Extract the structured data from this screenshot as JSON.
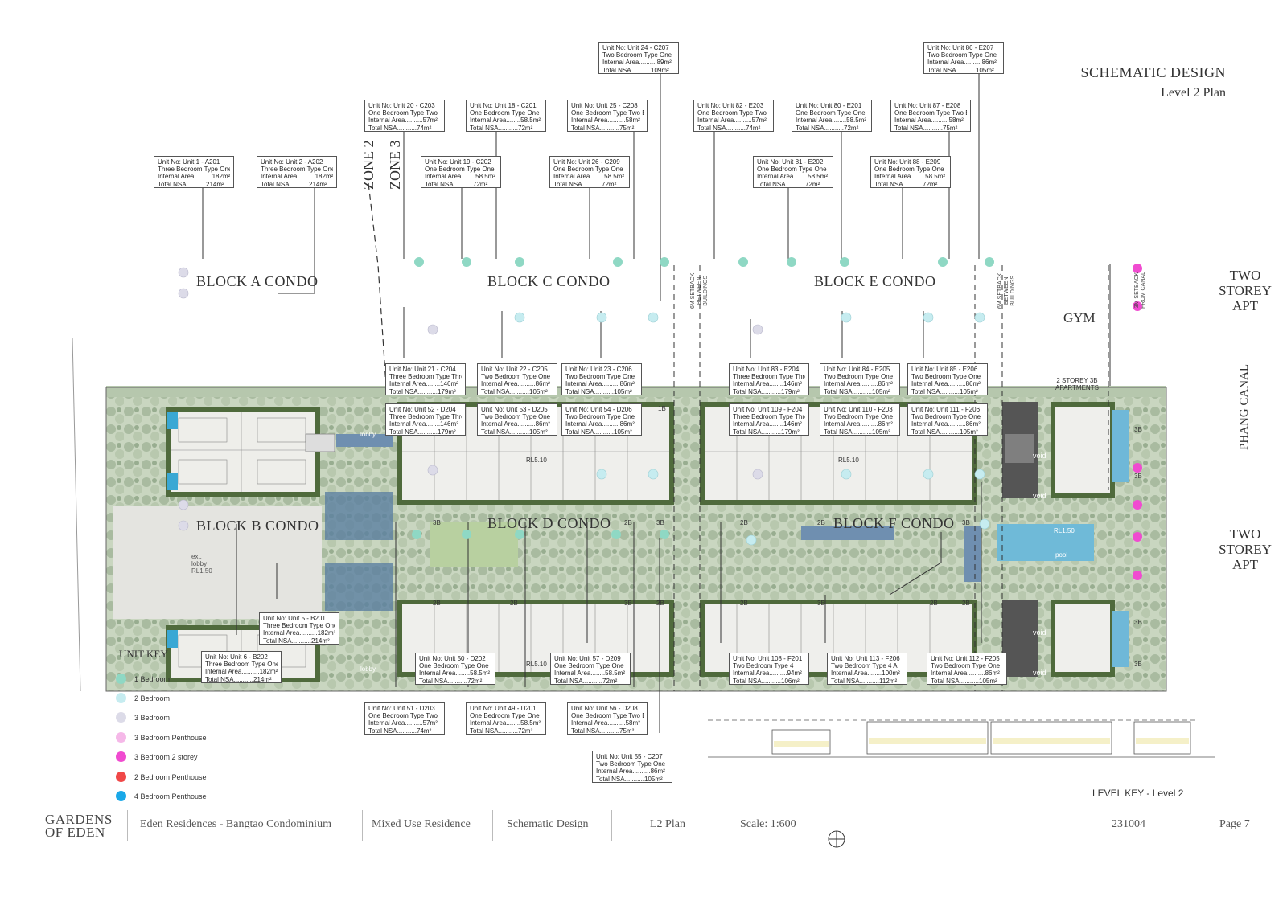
{
  "title": {
    "line1": "SCHEMATIC DESIGN",
    "line2": "Level 2 Plan"
  },
  "zones": [
    "ZONE 2",
    "ZONE 3"
  ],
  "blocks": {
    "a": "BLOCK A CONDO",
    "b": "BLOCK B CONDO",
    "c": "BLOCK C CONDO",
    "d": "BLOCK D CONDO",
    "e": "BLOCK E CONDO",
    "f": "BLOCK F CONDO"
  },
  "side_labels": {
    "two_storey_top": [
      "TWO",
      "STOREY",
      "APT"
    ],
    "two_storey_bottom": [
      "TWO",
      "STOREY",
      "APT"
    ],
    "gym": "GYM",
    "canal": "PHANG CANAL",
    "apartments_3b": [
      "2 STOREY 3B",
      "APARTMENTS"
    ]
  },
  "setbacks": {
    "s1": [
      "6M SETBACK",
      "BETWEEN",
      "BUILDINGS"
    ],
    "s2": [
      "6M SETBACK",
      "BETWEEN",
      "BUILDINGS"
    ],
    "s3": [
      "3M SETBACK",
      "FROM CANAL"
    ]
  },
  "plan_labels": {
    "lobby1": "lobby",
    "lobby2": "lobby",
    "ext_lobby": [
      "ext.",
      "lobby",
      "RL1.50"
    ],
    "rl_d_top": "RL5.10",
    "rl_f_top": "RL5.10",
    "rl_d_bottom": "RL5.10",
    "rl_pool": "RL1.50",
    "pool": "pool",
    "void": "void",
    "tags": [
      "3B",
      "2B",
      "3B",
      "2B",
      "2B",
      "3B",
      "2B",
      "2B",
      "3B",
      "2B",
      "2B",
      "3B",
      "2B",
      "2B",
      "3B",
      "2B",
      "2B",
      "3B",
      "3B",
      "3B",
      "3B",
      "1B"
    ]
  },
  "units": [
    {
      "l1": "Unit No: Unit 1 - A201",
      "l2": "Three Bedroom Type One",
      "l3": "Internal Area..........182m²",
      "l4": "Total NSA...........214m²"
    },
    {
      "l1": "Unit No: Unit 2 - A202",
      "l2": "Three Bedroom Type One",
      "l3": "Internal Area..........182m²",
      "l4": "Total NSA...........214m²"
    },
    {
      "l1": "Unit No: Unit 20 - C203",
      "l2": "One Bedroom Type Two",
      "l3": "Internal Area..........57m²",
      "l4": "Total NSA...........74m²"
    },
    {
      "l1": "Unit No: Unit 18 - C201",
      "l2": "One Bedroom Type One",
      "l3": "Internal Area........58.5m²",
      "l4": "Total NSA...........72m²"
    },
    {
      "l1": "Unit No: Unit 19 - C202",
      "l2": "One Bedroom Type One",
      "l3": "Internal Area........58.5m²",
      "l4": "Total NSA...........72m²"
    },
    {
      "l1": "Unit No: Unit 25 - C208",
      "l2": "One Bedroom Type Two B",
      "l3": "Internal Area..........58m²",
      "l4": "Total NSA...........75m²"
    },
    {
      "l1": "Unit No: Unit 26 - C209",
      "l2": "One Bedroom Type One",
      "l3": "Internal Area........58.5m²",
      "l4": "Total NSA...........72m²"
    },
    {
      "l1": "Unit No: Unit 24 - C207",
      "l2": "Two Bedroom Type One",
      "l3": "Internal Area..........89m²",
      "l4": "Total NSA...........109m²"
    },
    {
      "l1": "Unit No: Unit 82 - E203",
      "l2": "One Bedroom Type Two",
      "l3": "Internal Area..........57m²",
      "l4": "Total NSA...........74m²"
    },
    {
      "l1": "Unit No: Unit 80 - E201",
      "l2": "One Bedroom Type One",
      "l3": "Internal Area........58.5m²",
      "l4": "Total NSA...........72m²"
    },
    {
      "l1": "Unit No: Unit 81 - E202",
      "l2": "One Bedroom Type One",
      "l3": "Internal Area........58.5m²",
      "l4": "Total NSA...........72m²"
    },
    {
      "l1": "Unit No: Unit 87 - E208",
      "l2": "One Bedroom Type Two B",
      "l3": "Internal Area..........58m²",
      "l4": "Total NSA...........75m²"
    },
    {
      "l1": "Unit No: Unit 88 - E209",
      "l2": "One Bedroom Type One",
      "l3": "Internal Area........58.5m²",
      "l4": "Total NSA...........72m²"
    },
    {
      "l1": "Unit No: Unit 86 - E207",
      "l2": "Two Bedroom Type One",
      "l3": "Internal Area..........86m²",
      "l4": "Total NSA...........105m²"
    },
    {
      "l1": "Unit No: Unit 21 - C204",
      "l2": "Three Bedroom Type Three",
      "l3": "Internal Area........146m²",
      "l4": "Total NSA...........179m²"
    },
    {
      "l1": "Unit No: Unit 22 - C205",
      "l2": "Two Bedroom Type One",
      "l3": "Internal Area..........86m²",
      "l4": "Total NSA...........105m²"
    },
    {
      "l1": "Unit No: Unit 23 - C206",
      "l2": "Two Bedroom Type One",
      "l3": "Internal Area..........86m²",
      "l4": "Total NSA...........105m²"
    },
    {
      "l1": "Unit No: Unit 83 - E204",
      "l2": "Three Bedroom Type Three",
      "l3": "Internal Area........146m²",
      "l4": "Total NSA...........179m²"
    },
    {
      "l1": "Unit No: Unit 84 - E205",
      "l2": "Two Bedroom Type One",
      "l3": "Internal Area..........86m²",
      "l4": "Total NSA...........105m²"
    },
    {
      "l1": "Unit No: Unit 85 - E206",
      "l2": "Two Bedroom Type One",
      "l3": "Internal Area..........86m²",
      "l4": "Total NSA...........105m²"
    },
    {
      "l1": "Unit No: Unit 52 - D204",
      "l2": "Three Bedroom Type Three",
      "l3": "Internal Area........146m²",
      "l4": "Total NSA...........179m²"
    },
    {
      "l1": "Unit No: Unit 53 - D205",
      "l2": "Two Bedroom Type One",
      "l3": "Internal Area..........86m²",
      "l4": "Total NSA...........105m²"
    },
    {
      "l1": "Unit No: Unit 54 - D206",
      "l2": "Two Bedroom Type One",
      "l3": "Internal Area..........86m²",
      "l4": "Total NSA...........105m²"
    },
    {
      "l1": "Unit No: Unit 109 - F204",
      "l2": "Three Bedroom Type Three",
      "l3": "Internal Area........146m²",
      "l4": "Total NSA...........179m²"
    },
    {
      "l1": "Unit No: Unit 110 - F203",
      "l2": "Two Bedroom Type One",
      "l3": "Internal Area..........86m²",
      "l4": "Total NSA...........105m²"
    },
    {
      "l1": "Unit No: Unit 111 - F206",
      "l2": "Two Bedroom Type One",
      "l3": "Internal Area..........86m²",
      "l4": "Total NSA...........105m²"
    },
    {
      "l1": "Unit No: Unit 5 - B201",
      "l2": "Three Bedroom Type One",
      "l3": "Internal Area..........182m²",
      "l4": "Total NSA...........214m²"
    },
    {
      "l1": "Unit No: Unit 6 - B202",
      "l2": "Three Bedroom Type One",
      "l3": "Internal Area..........182m²",
      "l4": "Total NSA...........214m²"
    },
    {
      "l1": "Unit No: Unit 50 - D202",
      "l2": "One Bedroom Type One",
      "l3": "Internal Area........58.5m²",
      "l4": "Total NSA...........72m²"
    },
    {
      "l1": "Unit No: Unit 57 - D209",
      "l2": "One Bedroom Type One",
      "l3": "Internal Area........58.5m²",
      "l4": "Total NSA...........72m²"
    },
    {
      "l1": "Unit No: Unit 108 - F201",
      "l2": "Two Bedroom Type 4",
      "l3": "Internal Area..........94m²",
      "l4": "Total NSA...........106m²"
    },
    {
      "l1": "Unit No: Unit 113 - F206",
      "l2": "Two Bedroom Type 4 A",
      "l3": "Internal Area........100m²",
      "l4": "Total NSA...........112m²"
    },
    {
      "l1": "Unit No: Unit 112 - F205",
      "l2": "Two Bedroom Type One",
      "l3": "Internal Area..........86m²",
      "l4": "Total NSA...........105m²"
    },
    {
      "l1": "Unit No: Unit 51 - D203",
      "l2": "One Bedroom Type Two",
      "l3": "Internal Area..........57m²",
      "l4": "Total NSA...........74m²"
    },
    {
      "l1": "Unit No: Unit 49 - D201",
      "l2": "One Bedroom Type One",
      "l3": "Internal Area........58.5m²",
      "l4": "Total NSA...........72m²"
    },
    {
      "l1": "Unit No: Unit 56 - D208",
      "l2": "One Bedroom Type Two B",
      "l3": "Internal Area..........58m²",
      "l4": "Total NSA...........75m²"
    },
    {
      "l1": "Unit No: Unit 55 - C207",
      "l2": "Two Bedroom Type One",
      "l3": "Internal Area..........86m²",
      "l4": "Total NSA...........105m²"
    }
  ],
  "unit_key": {
    "title": "UNIT KEY",
    "items": [
      {
        "label": "1 Bedroom",
        "color": "#8fd8c4"
      },
      {
        "label": "2 Bedroom",
        "color": "#c6ecf0"
      },
      {
        "label": "3 Bedroom",
        "color": "#dcdbe8"
      },
      {
        "label": "3 Bedroom Penthouse",
        "color": "#f5b8e8"
      },
      {
        "label": "3 Bedroom 2 storey",
        "color": "#f04bd0"
      },
      {
        "label": "2 Bedroom Penthouse",
        "color": "#f04848"
      },
      {
        "label": "4 Bedroom Penthouse",
        "color": "#1aa8e8"
      }
    ]
  },
  "level_key": "LEVEL KEY - Level 2",
  "footer": {
    "logo_l1": "GARDENS",
    "logo_l2": "OF EDEN",
    "project": "Eden Residences - Bangtao Condominium",
    "type": "Mixed Use Residence",
    "stage": "Schematic Design",
    "drawing": "L2 Plan",
    "scale": "Scale: 1:600",
    "job": "231004",
    "page": "Page 7"
  }
}
